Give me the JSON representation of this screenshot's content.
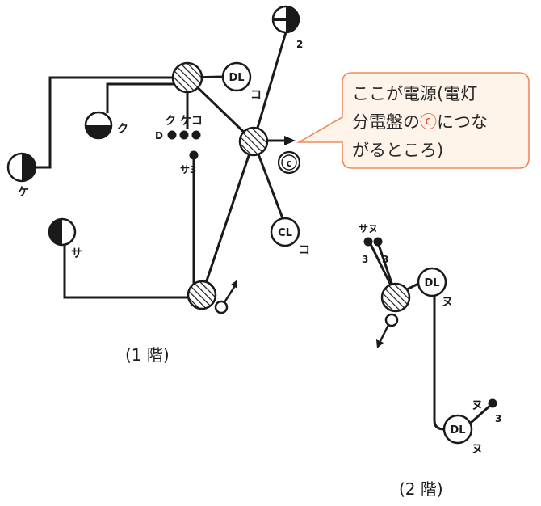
{
  "callout": {
    "segments": [
      "ここが電源(電灯",
      "分電盤の",
      "ⓒ",
      "につな",
      "がるところ)"
    ],
    "accent_color": "#e8431e",
    "fill_color": "#fff4e9",
    "border_color": "#f08a5d"
  },
  "floors": {
    "first": "(1 階)",
    "second": "(2 階)"
  },
  "fixtures": {
    "dl": "DL",
    "cl": "CL",
    "c": "c",
    "num_2": "2",
    "num_3": "3"
  },
  "labels": {
    "ku": "ク",
    "ke": "ケ",
    "ko": "コ",
    "sa": "サ",
    "nu": "ヌ",
    "ku_ke_ko": "ク ケコ",
    "d": "D",
    "sa3": "サ3",
    "sa_nu": "サヌ",
    "nu3": "ヌ"
  }
}
